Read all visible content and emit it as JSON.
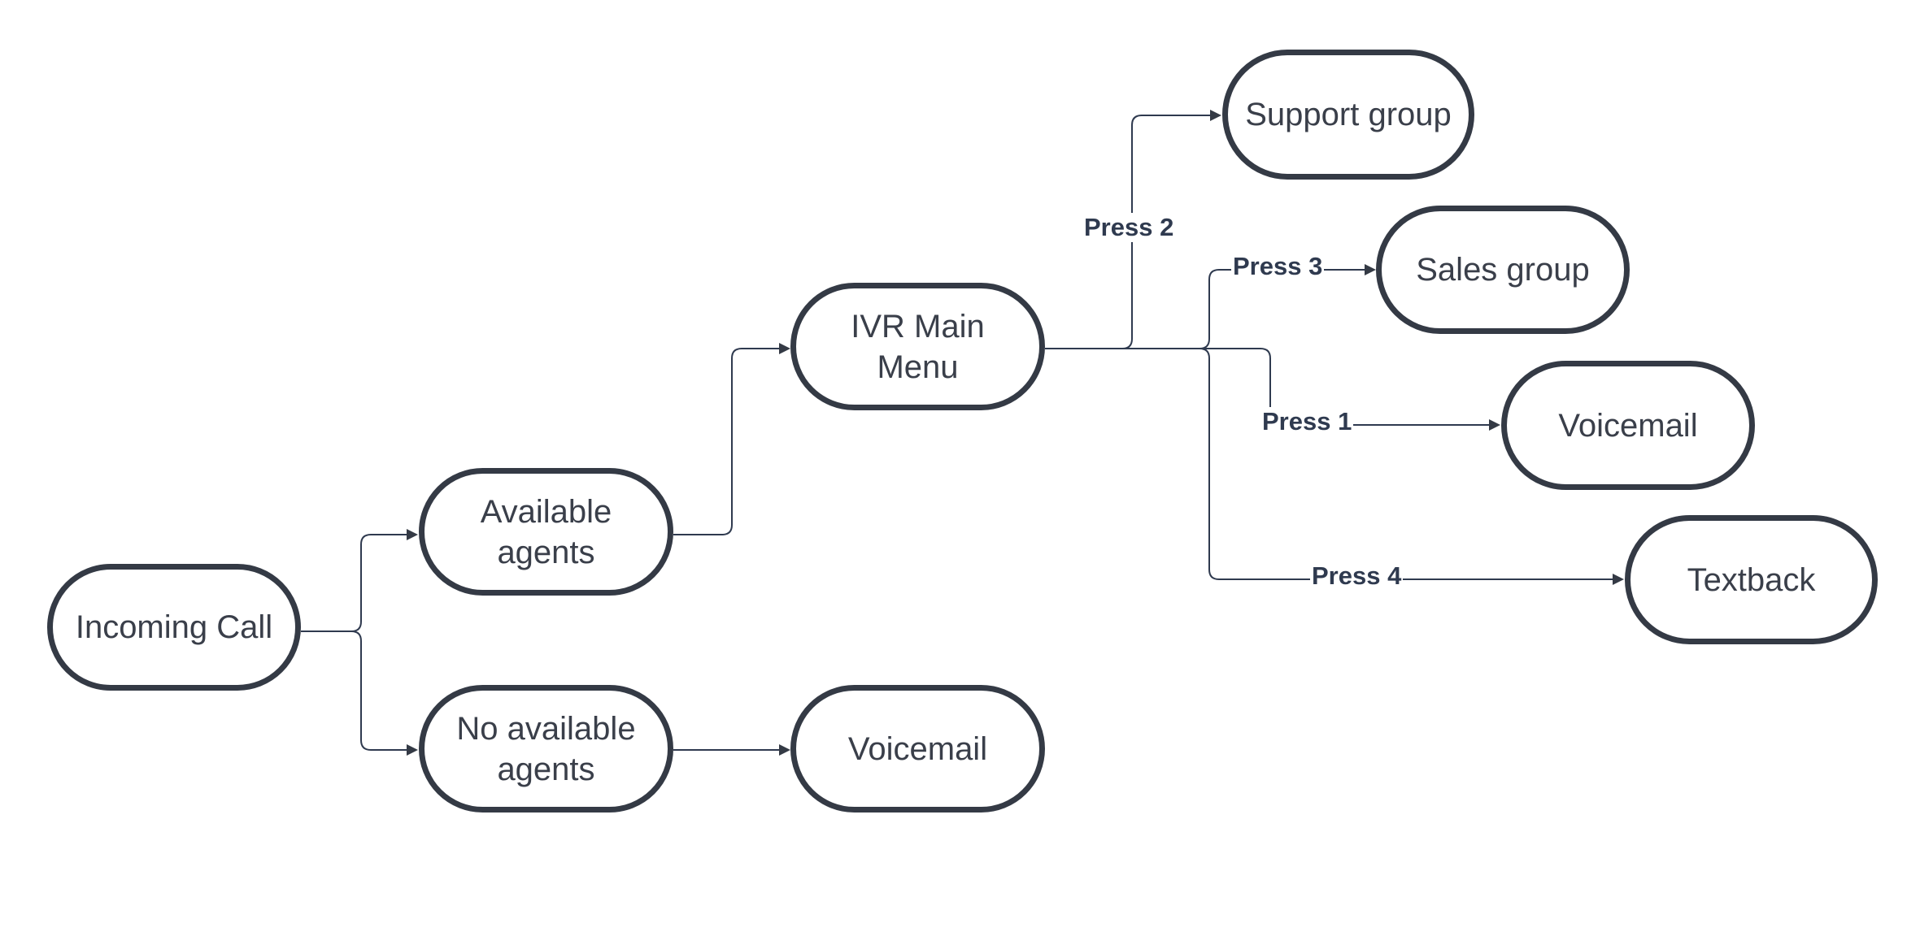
{
  "diagram": {
    "nodes": {
      "incoming_call": "Incoming Call",
      "available_agents": "Available agents",
      "no_available_agents": "No available agents",
      "ivr_main_menu": "IVR Main Menu",
      "voicemail_left": "Voicemail",
      "support_group": "Support group",
      "sales_group": "Sales group",
      "voicemail_right": "Voicemail",
      "textback": "Textback"
    },
    "edge_labels": {
      "press_2": "Press 2",
      "press_3": "Press 3",
      "press_1": "Press 1",
      "press_4": "Press 4"
    },
    "colors": {
      "node_border": "#343a45",
      "connector": "#2f3a4f",
      "text": "#3a3f4a"
    }
  }
}
